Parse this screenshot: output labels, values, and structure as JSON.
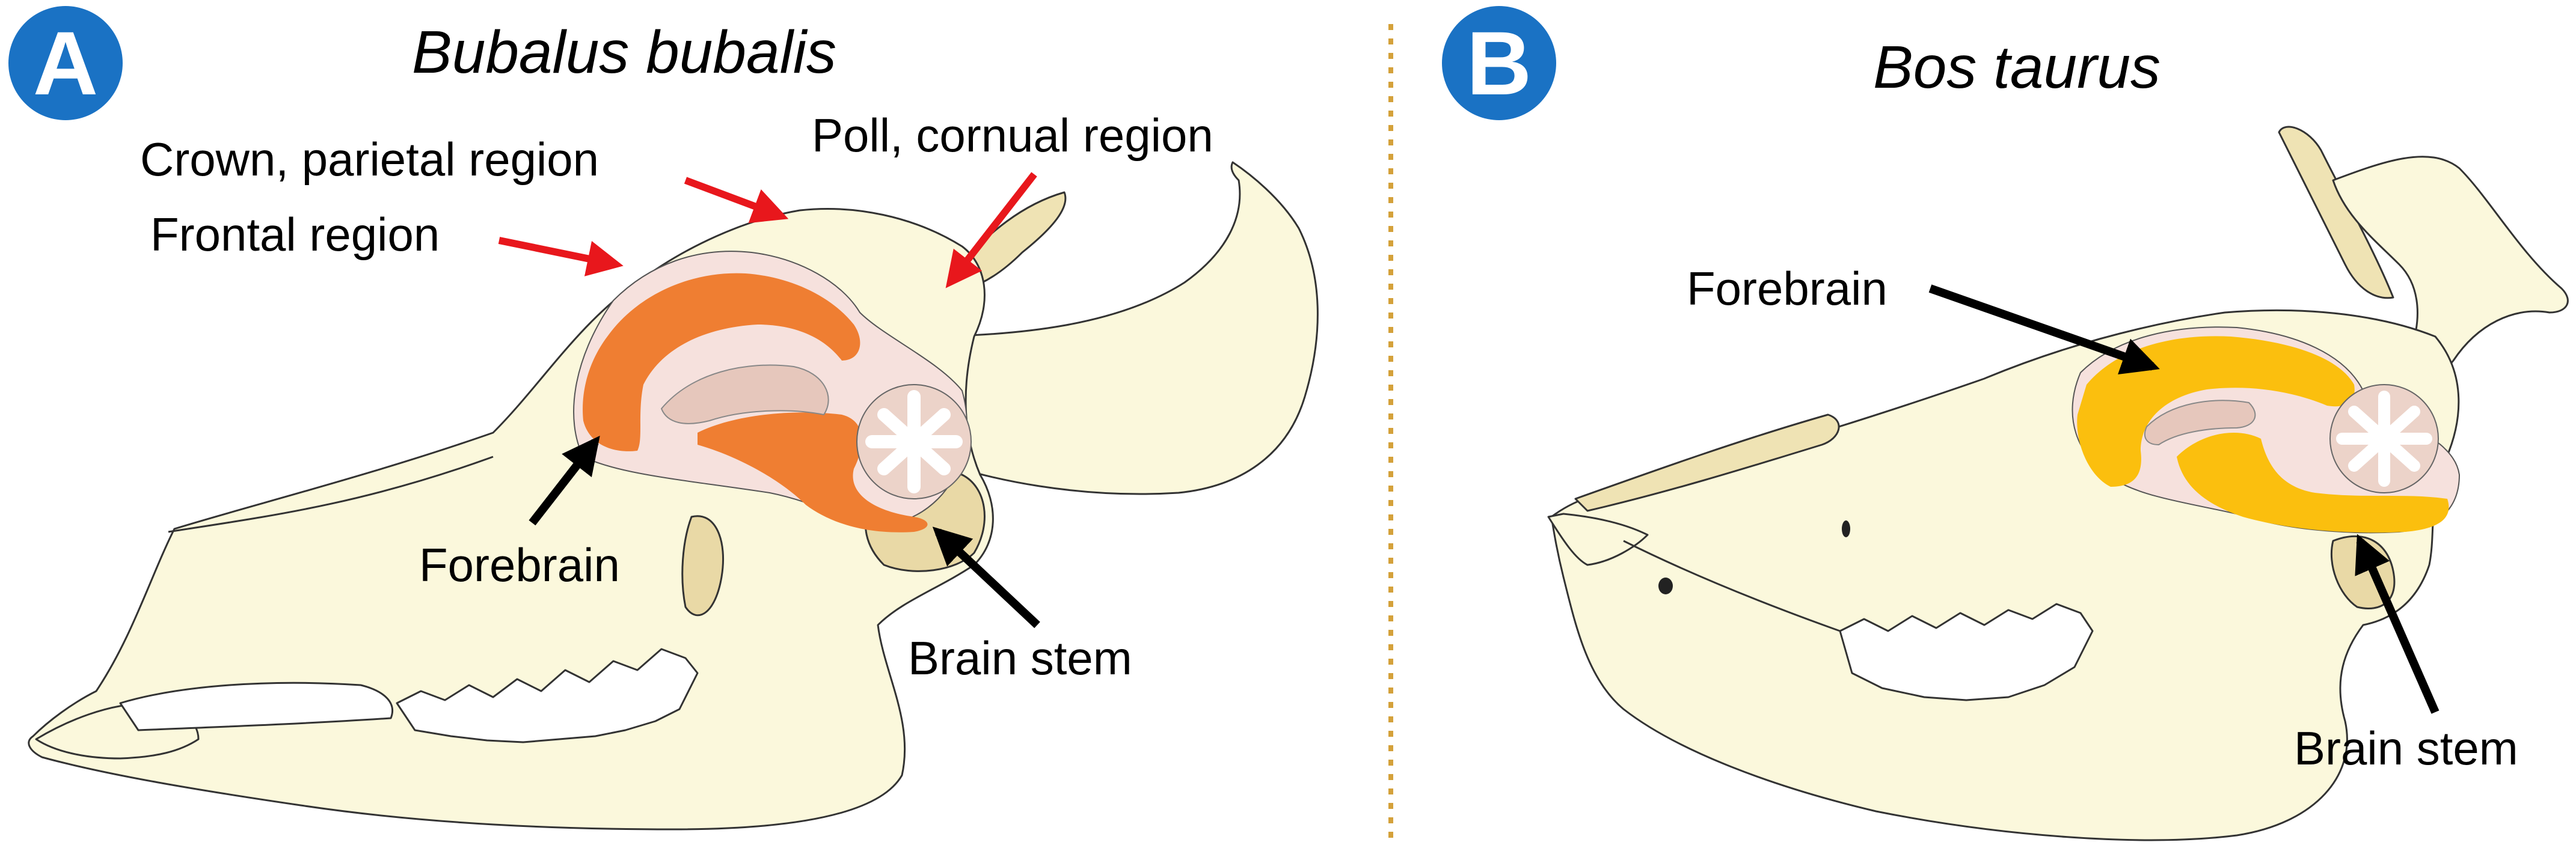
{
  "colors": {
    "badge": "#1a72c4",
    "skull": "#fbf8dc",
    "horn": "#efe3b4",
    "bone_shadow": "#e9d9a6",
    "brain_tissue": "#f6e1dd",
    "forebrain_a": "#ef7e32",
    "forebrain_b": "#fbbf0e",
    "cerebellum": "#ecd3c9",
    "divider": "#d4a13a",
    "red_arrow": "#e8171c",
    "black_arrow": "#000000"
  },
  "panel_a": {
    "badge": "A",
    "title": "Bubalus bubalis",
    "labels": {
      "crown": "Crown, parietal region",
      "poll": "Poll, cornual region",
      "frontal": "Frontal region",
      "forebrain": "Forebrain",
      "brain_stem": "Brain stem"
    }
  },
  "panel_b": {
    "badge": "B",
    "title": "Bos taurus",
    "labels": {
      "forebrain": "Forebrain",
      "brain_stem": "Brain stem"
    }
  }
}
